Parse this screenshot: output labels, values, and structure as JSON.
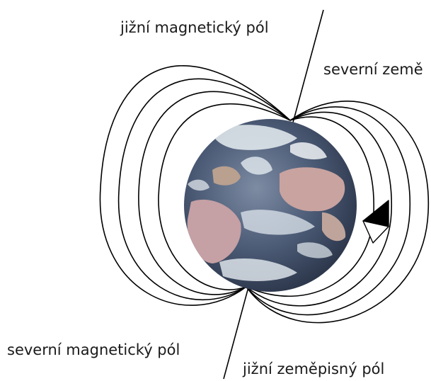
{
  "labels": {
    "south_magnetic_pole": "jižní magnetický pól",
    "north_geographic_pole": "severní země",
    "north_magnetic_pole": "severní magnetický pól",
    "south_geographic_pole": "jižní zeměpisný pól"
  },
  "colors": {
    "field_lines": "#000000",
    "background": "#ffffff",
    "earth_ocean": "#3d4c66",
    "earth_land": "#c9a9a0",
    "earth_cloud": "#e8eef2"
  }
}
